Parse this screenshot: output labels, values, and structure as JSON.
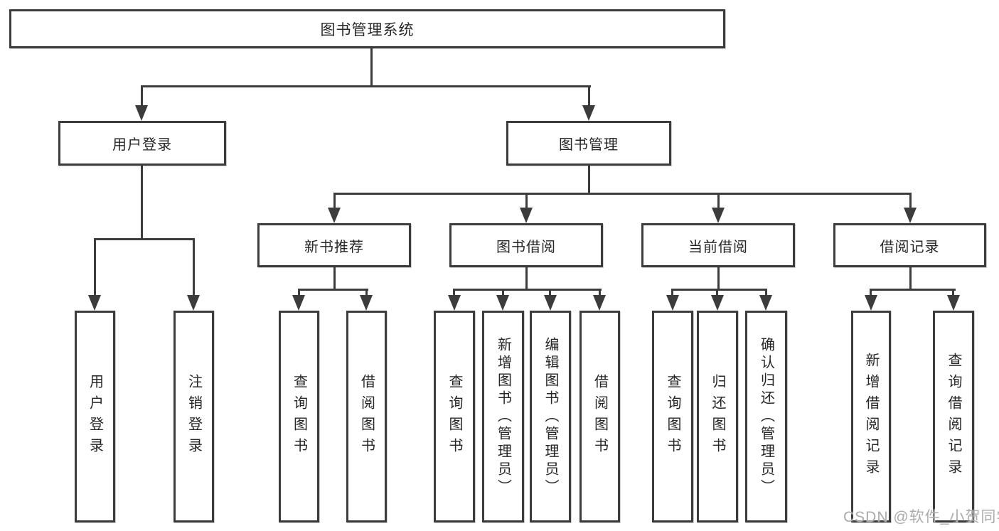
{
  "diagram": {
    "root": "图书管理系统",
    "level2": {
      "user_login": "用户登录",
      "book_management": "图书管理"
    },
    "level3": {
      "new_book_recommendation": "新书推荐",
      "book_borrowing": "图书借阅",
      "current_borrowing": "当前借阅",
      "borrowing_records": "借阅记录"
    },
    "leaves": {
      "user_login": [
        "用户登录",
        "注销登录"
      ],
      "new_book_recommendation": [
        "查询图书",
        "借阅图书"
      ],
      "book_borrowing": [
        "查询图书",
        "新增图书（管理员）",
        "编辑图书（管理员）",
        "借阅图书"
      ],
      "current_borrowing": [
        "查询图书",
        "归还图书",
        "确认归还（管理员）"
      ],
      "borrowing_records": [
        "新增借阅记录",
        "查询借阅记录"
      ]
    },
    "watermark": "CSDN @软件_小贺同学"
  }
}
